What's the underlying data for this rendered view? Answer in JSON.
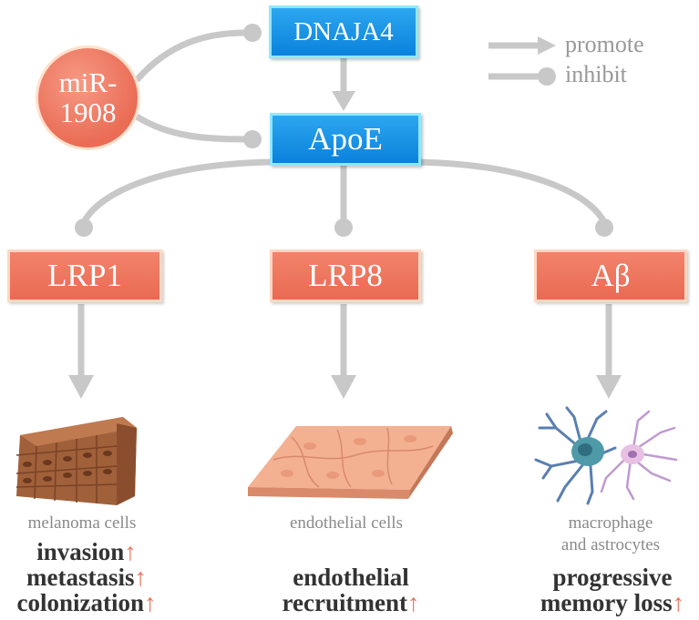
{
  "nodes": {
    "mir": {
      "line1": "miR-",
      "line2": "1908"
    },
    "dnaja4": "DNAJA4",
    "apoe": "ApoE",
    "lrp1": "LRP1",
    "lrp8": "LRP8",
    "abeta": "Aβ"
  },
  "legend": {
    "promote": "promote",
    "inhibit": "inhibit"
  },
  "outcomes": {
    "melanoma": {
      "caption": "melanoma cells",
      "effects": [
        "invasion",
        "metastasis",
        "colonization"
      ]
    },
    "endothelial": {
      "caption": "endothelial cells",
      "effects": [
        "endothelial",
        "recruitment"
      ]
    },
    "glia": {
      "caption_line1": "macrophage",
      "caption_line2": "and astrocytes",
      "effects": [
        "progressive",
        "memory loss"
      ]
    }
  },
  "up_arrow": "↑",
  "colors": {
    "connector": "#c8c8c8",
    "blue_node": "#0a82dc",
    "red_node": "#ea6a52",
    "up_arrow": "#e8705a"
  }
}
